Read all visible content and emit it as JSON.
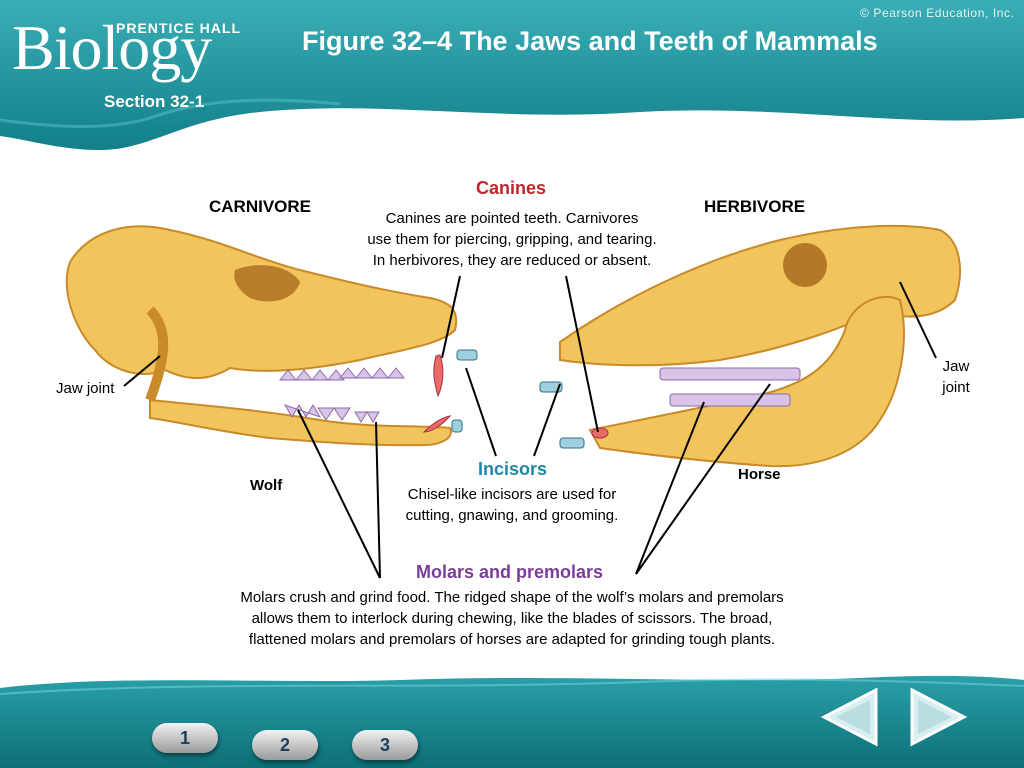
{
  "colors": {
    "teal": "#2a9ea7",
    "teal_dark": "#0f7c86",
    "bone": "#f2c45c",
    "canines": "#c0272d",
    "incisors": "#1f8aa6",
    "molars": "#7a3e97"
  },
  "brand": {
    "logo_text": "Biology",
    "logo_subtitle": "PRENTICE HALL",
    "publisher": "© Pearson Education, Inc."
  },
  "slide": {
    "title": "Figure 32–4 The Jaws and Teeth of Mammals",
    "section": "Section 32-1"
  },
  "figure": {
    "carnivore_heading": "CARNIVORE",
    "herbivore_heading": "HERBIVORE",
    "wolf_label": "Wolf",
    "horse_label": "Horse",
    "jaw_joint_left": "Jaw joint",
    "jaw_joint_right_line1": "Jaw",
    "jaw_joint_right_line2": "joint",
    "canines": {
      "title": "Canines",
      "lines": [
        "Canines are pointed teeth. Carnivores",
        "use them for piercing, gripping, and tearing.",
        "In herbivores, they are reduced or absent."
      ]
    },
    "incisors": {
      "title": "Incisors",
      "lines": [
        "Chisel-like incisors are used for",
        "cutting, gnawing, and grooming."
      ]
    },
    "molars": {
      "title": "Molars and premolars",
      "lines": [
        "Molars crush and grind food. The ridged shape of the wolf’s molars and premolars",
        "allows them to interlock during chewing, like the blades of scissors. The broad,",
        "flattened molars and premolars of horses are adapted for grinding tough plants."
      ]
    }
  },
  "nav": {
    "buttons": [
      "1",
      "2",
      "3"
    ],
    "prev_icon": "arrow-left-icon",
    "next_icon": "arrow-right-icon"
  }
}
